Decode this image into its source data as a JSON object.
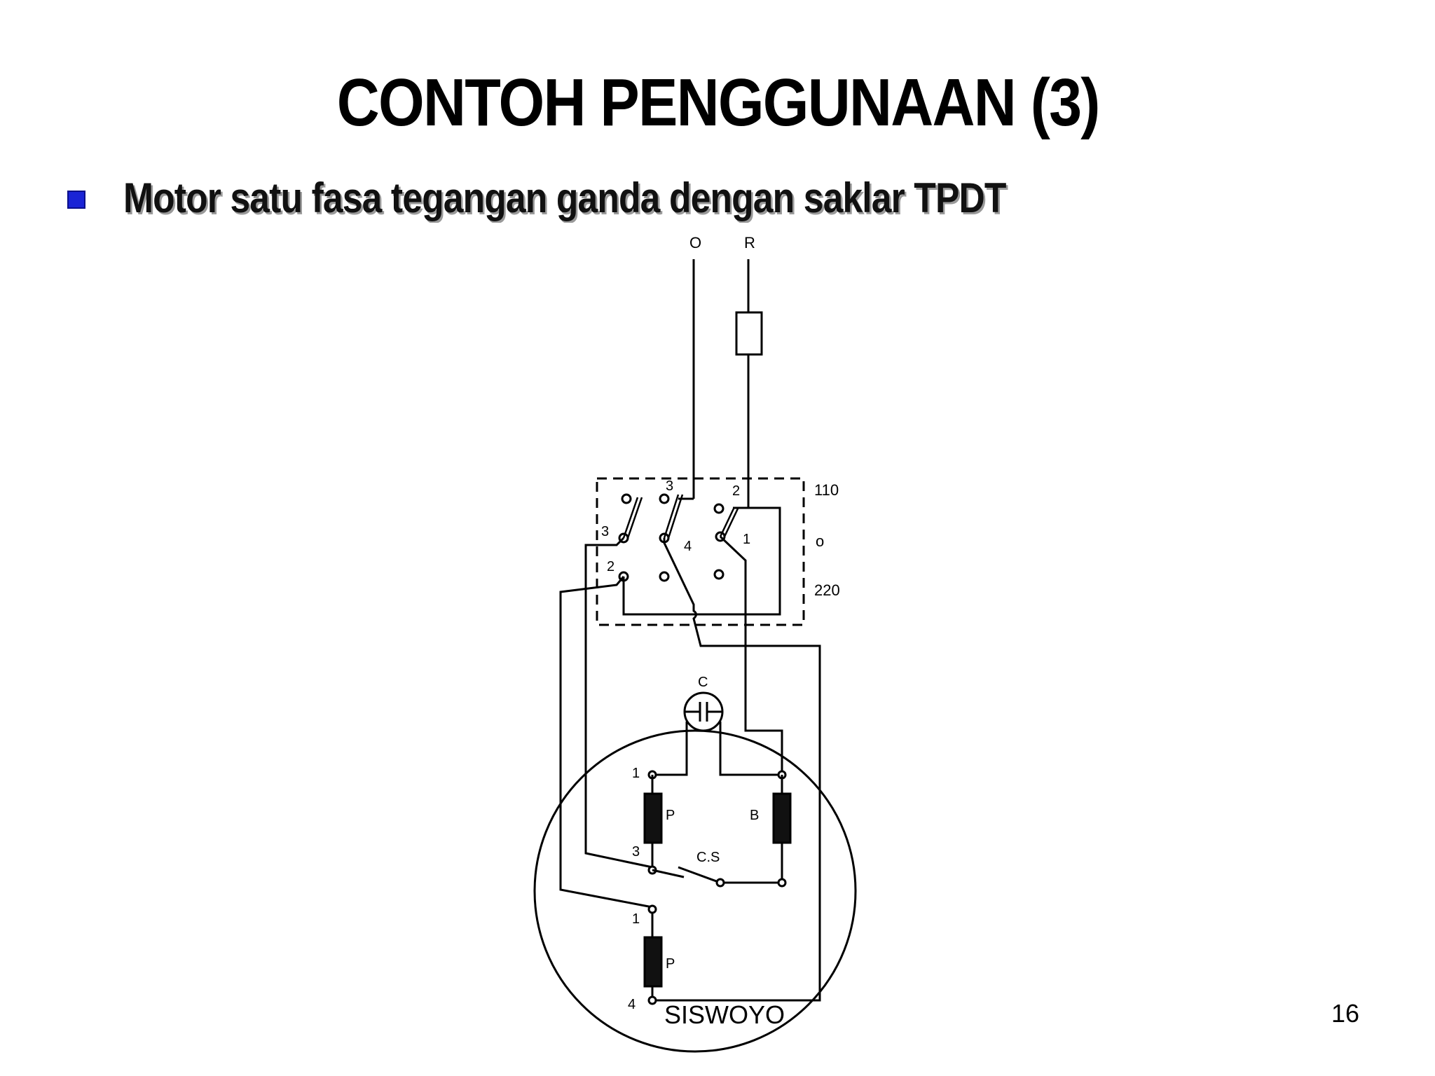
{
  "slide": {
    "title": "CONTOH PENGGUNAAN (3)",
    "bullet": "Motor satu fasa tegangan ganda dengan saklar TPDT",
    "author": "SISWOYO",
    "page_number": "16",
    "bullet_color": "#1a24d6"
  },
  "diagram": {
    "terminal_O": "O",
    "terminal_R": "R",
    "switch_label_110": "110",
    "switch_label_o": "o",
    "switch_label_220": "220",
    "switch_pos_3_top": "3",
    "switch_pos_2_top": "2",
    "switch_pos_3_left": "3",
    "switch_pos_4": "4",
    "switch_pos_1": "1",
    "switch_pos_2_left": "2",
    "capacitor_label": "C",
    "winding_upper_terminal_1": "1",
    "winding_upper_terminal_3": "3",
    "winding_P_upper": "P",
    "winding_B": "B",
    "centrifugal_switch": "C.S",
    "winding_lower_terminal_1": "1",
    "winding_P_lower": "P",
    "winding_lower_terminal_4": "4"
  }
}
